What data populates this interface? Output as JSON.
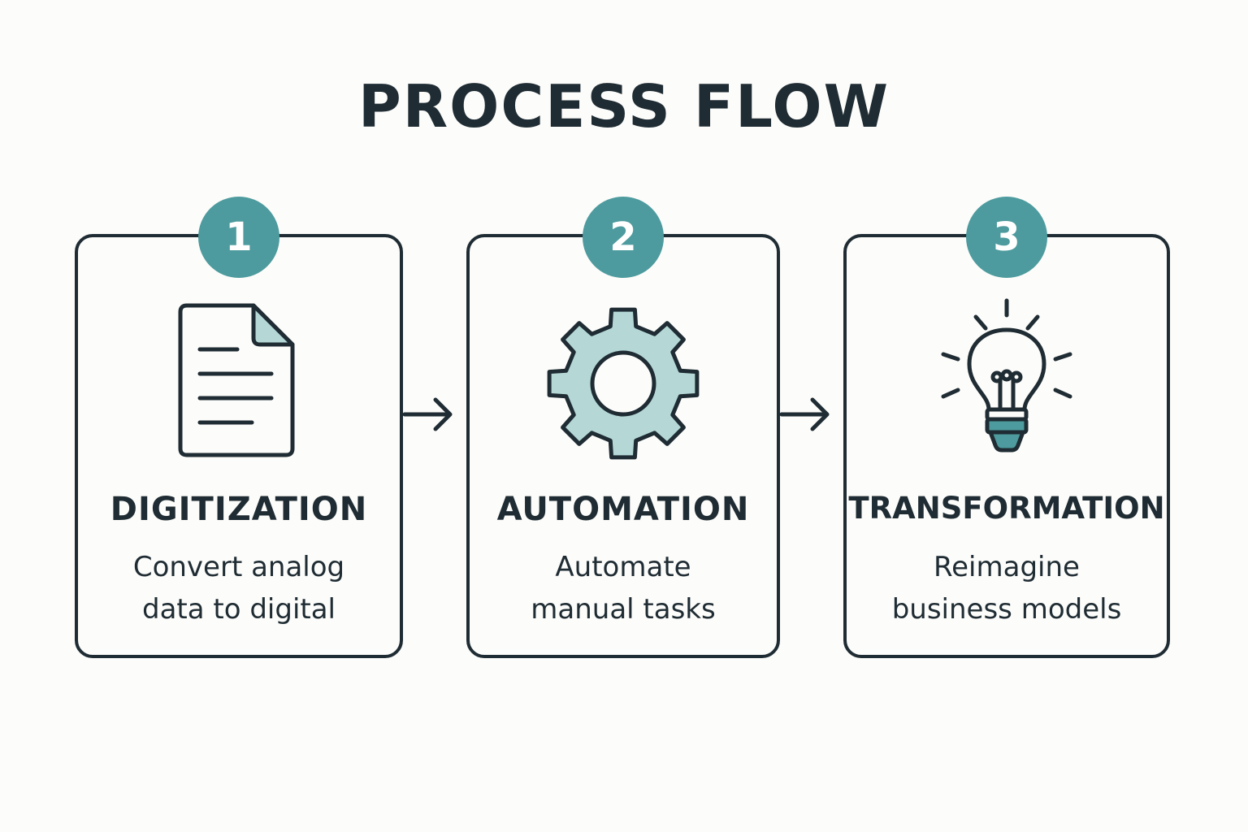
{
  "title": "PROCESS FLOW",
  "steps": [
    {
      "number": "1",
      "heading": "DIGITIZATION",
      "description_lines": [
        "Convert analog",
        "data to digital"
      ],
      "icon": "document-icon"
    },
    {
      "number": "2",
      "heading": "AUTOMATION",
      "description_lines": [
        "Automate",
        "manual tasks"
      ],
      "icon": "gear-icon"
    },
    {
      "number": "3",
      "heading": "TRANSFORMATION",
      "description_lines": [
        "Reimagine",
        "business models"
      ],
      "icon": "lightbulb-icon"
    }
  ],
  "colors": {
    "accent": "#4d9b9e",
    "icon_fill": "#b5d8d7",
    "stroke": "#1f2c33",
    "background": "#fcfcfa"
  }
}
